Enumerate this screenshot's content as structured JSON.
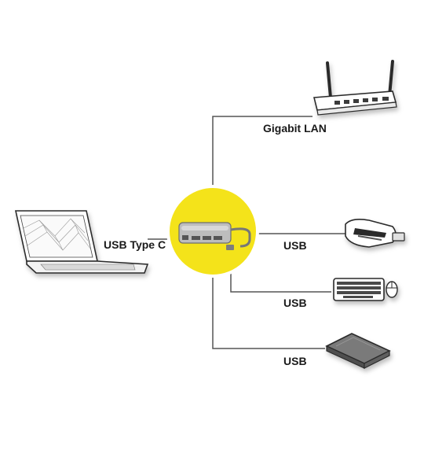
{
  "labels": {
    "gigabit_lan": "Gigabit LAN",
    "usb_type_c": "USB Type C",
    "usb_1": "USB",
    "usb_2": "USB",
    "usb_3": "USB"
  },
  "colors": {
    "hub_circle": "#f4e31a",
    "lines": "#555555",
    "device_outline": "#2b2b2b",
    "hub_body": "#b9b9b9"
  },
  "devices": [
    "laptop-icon",
    "router-icon",
    "card-reader-icon",
    "keyboard-mouse-icon",
    "external-drive-icon",
    "usb-hub-icon"
  ]
}
